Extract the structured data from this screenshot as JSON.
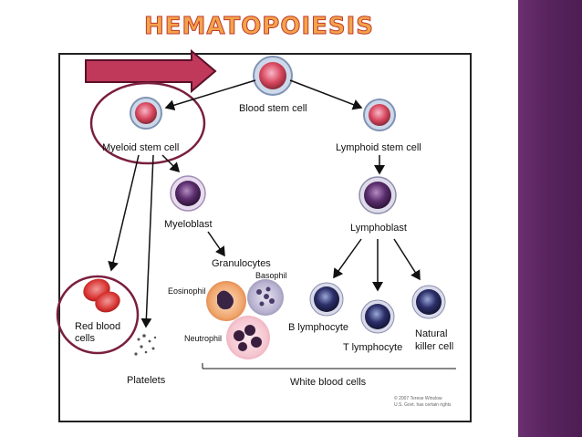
{
  "title": "HEMATOPOIESIS",
  "diagram": {
    "blood_stem_cell": "Blood stem cell",
    "myeloid_stem_cell": "Myeloid stem cell",
    "lymphoid_stem_cell": "Lymphoid stem cell",
    "myeloblast": "Myeloblast",
    "lymphoblast": "Lymphoblast",
    "granulocytes": "Granulocytes",
    "eosinophil": "Eosinophil",
    "basophil": "Basophil",
    "neutrophil": "Neutrophil",
    "red_blood_cells_line1": "Red blood",
    "red_blood_cells_line2": "cells",
    "platelets": "Platelets",
    "b_lymphocyte": "B lymphocyte",
    "t_lymphocyte": "T lymphocyte",
    "natural_killer_line1": "Natural",
    "natural_killer_line2": "killer cell",
    "white_blood_cells": "White blood cells",
    "copyright_line1": "© 2007 Terese Winslow",
    "copyright_line2": "U.S. Govt. has certain rights"
  },
  "colors": {
    "sidebar": "#5a2560",
    "title_fill": "#f3a44a",
    "title_outline": "#c0392b",
    "highlight": "#7a1f3d",
    "arrow_fill": "#c0395a"
  }
}
